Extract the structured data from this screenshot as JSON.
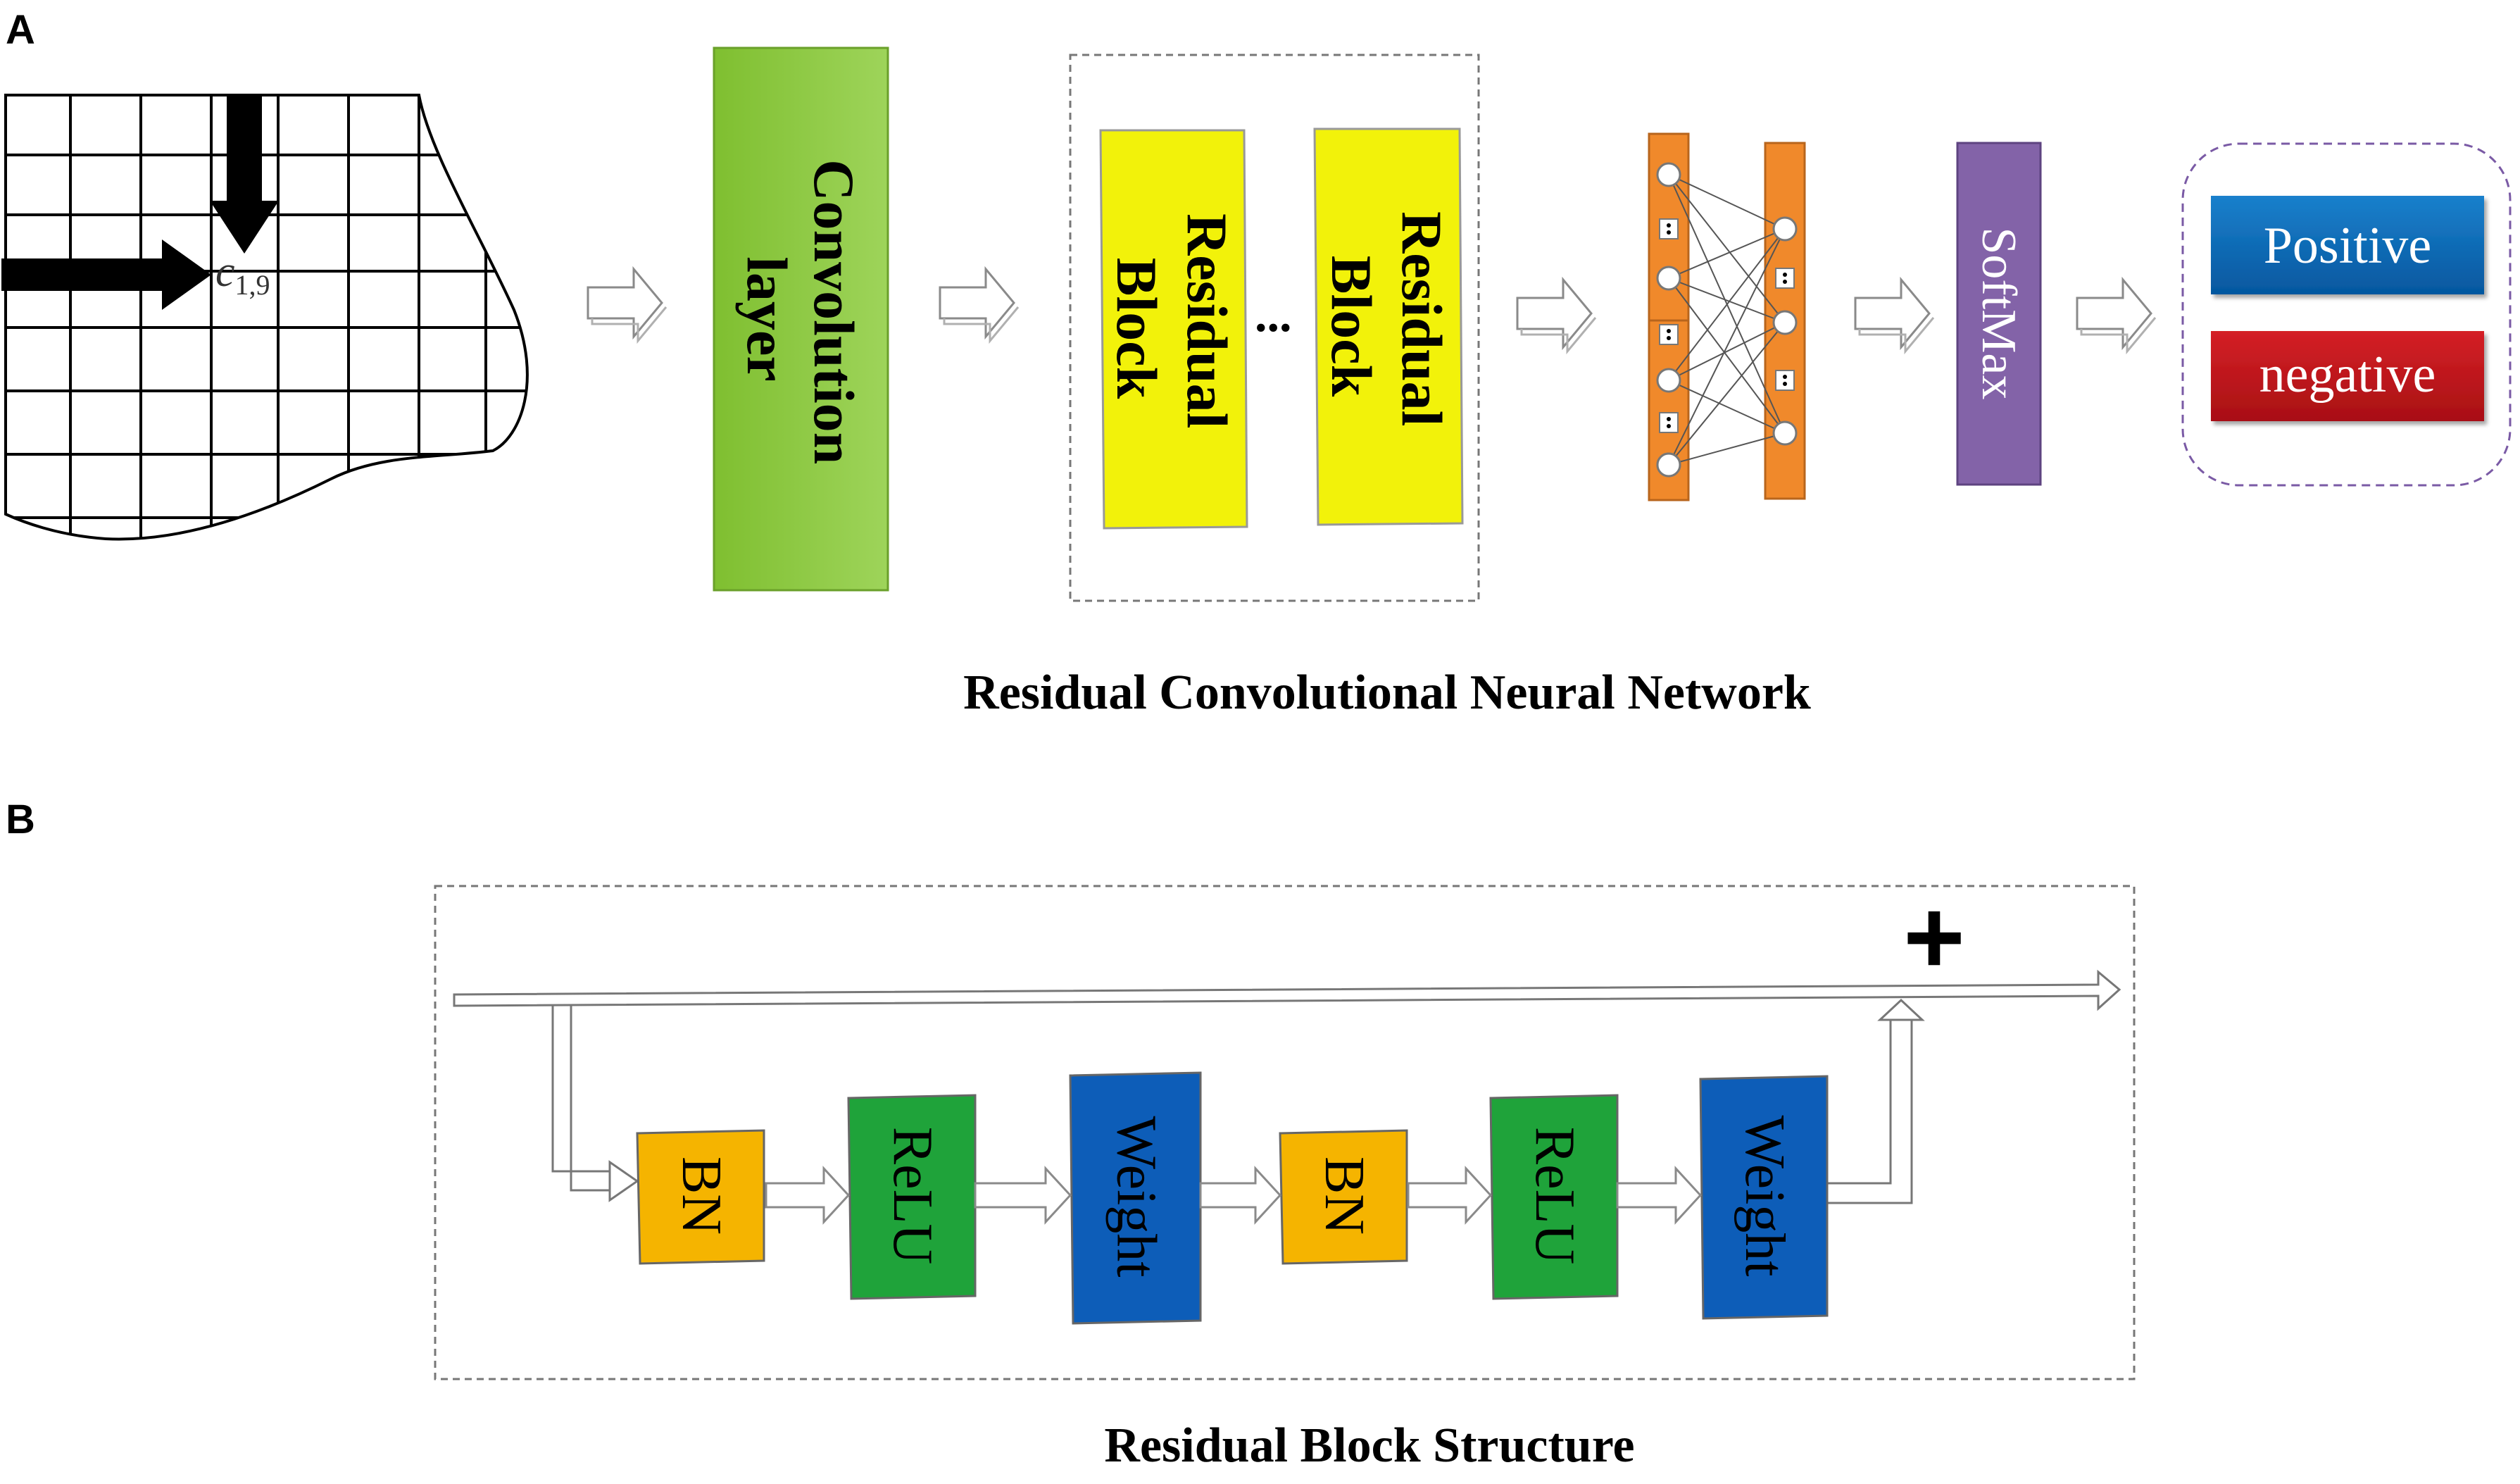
{
  "panel_a": {
    "letter": "A",
    "grid_cell_label_base": "c",
    "grid_cell_label_sub": "1,9",
    "conv_label_line1": "Convolution",
    "conv_label_line2": "layer",
    "res_block1_line1": "Residual",
    "res_block1_line2": "Block",
    "res_block2_line1": "Residual",
    "res_block2_line2": "Block",
    "ellipsis": "...",
    "softmax_label": "SoftMax",
    "positive_label": "Positive",
    "negative_label": "negative",
    "caption": "Residual Convolutional Neural Network"
  },
  "panel_b": {
    "letter": "B",
    "plus": "+",
    "blocks": [
      {
        "label": "BN",
        "color": "#f5b400"
      },
      {
        "label": "ReLU",
        "color": "#1fa33a"
      },
      {
        "label": "Weight",
        "color": "#0d5db8"
      },
      {
        "label": "BN",
        "color": "#f5b400"
      },
      {
        "label": "ReLU",
        "color": "#1fa33a"
      },
      {
        "label": "Weight",
        "color": "#0d5db8"
      }
    ],
    "caption": "Residual Block Structure"
  },
  "colors": {
    "conv_green": "#8cc63f",
    "res_yellow": "#f2f20a",
    "fc_orange": "#f0892b",
    "softmax_purple": "#8363a8",
    "positive_blue": "#0a6ab8",
    "negative_red": "#c2161b",
    "dashed_purple": "#7a5aa5"
  }
}
